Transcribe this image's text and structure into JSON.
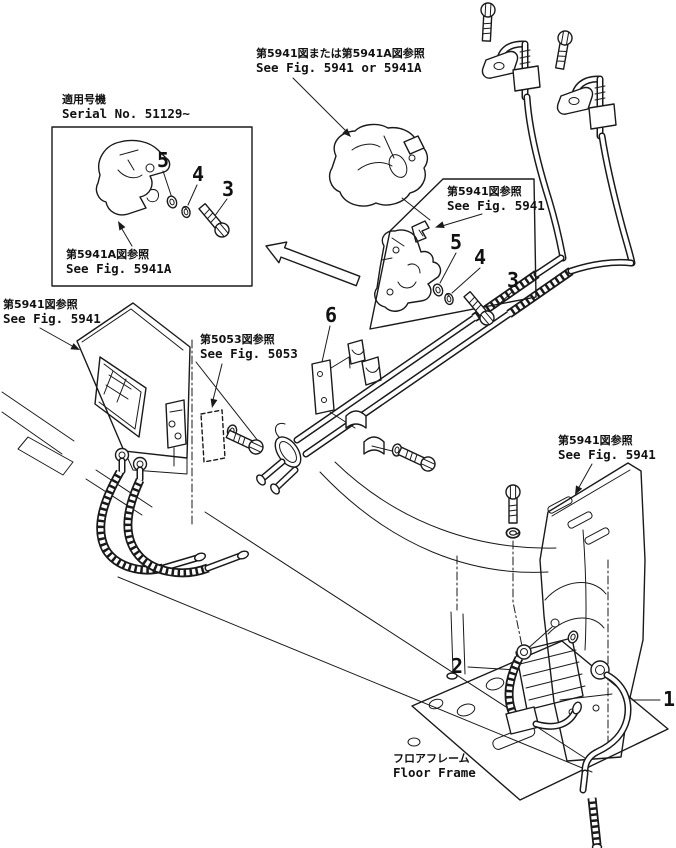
{
  "colors": {
    "background": "#ffffff",
    "ink": "#1a1a1a"
  },
  "labels": {
    "top_ref": {
      "jp": "第5941図または第5941A図参照",
      "en": "See Fig. 5941 or 5941A"
    },
    "serial": {
      "jp": "適用号機",
      "en": "Serial No. 51129~"
    },
    "fig_5941a": {
      "jp": "第5941A図参照",
      "en": "See Fig. 5941A"
    },
    "fig_5941_mid": {
      "jp": "第5941図参照",
      "en": "See Fig. 5941"
    },
    "fig_5941_left": {
      "jp": "第5941図参照",
      "en": "See Fig. 5941"
    },
    "fig_5053": {
      "jp": "第5053図参照",
      "en": "See Fig. 5053"
    },
    "fig_5941_right": {
      "jp": "第5941図参照",
      "en": "See Fig. 5941"
    },
    "floor_frame": {
      "jp": "フロアフレーム",
      "en": "Floor Frame"
    }
  },
  "callouts": [
    {
      "label": "5"
    },
    {
      "label": "4"
    },
    {
      "label": "3"
    },
    {
      "label": "5"
    },
    {
      "label": "4"
    },
    {
      "label": "3"
    },
    {
      "label": "6"
    },
    {
      "label": "2"
    },
    {
      "label": "1"
    }
  ]
}
